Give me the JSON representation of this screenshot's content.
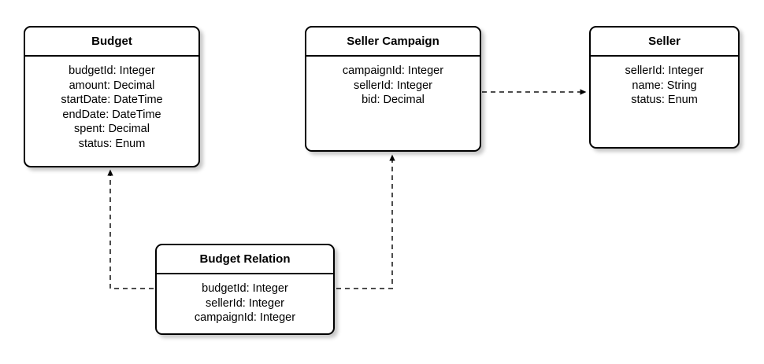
{
  "diagram": {
    "type": "entity-relationship-diagram",
    "background_color": "#ffffff",
    "line_color": "#4d4d4d",
    "border_color": "#000000",
    "entities": [
      {
        "id": "budget",
        "title": "Budget",
        "attributes": [
          "budgetId: Integer",
          "amount: Decimal",
          "startDate: DateTime",
          "endDate: DateTime",
          "spent: Decimal",
          "status: Enum"
        ]
      },
      {
        "id": "seller-campaign",
        "title": "Seller Campaign",
        "attributes": [
          "campaignId: Integer",
          "sellerId: Integer",
          "bid: Decimal"
        ]
      },
      {
        "id": "seller",
        "title": "Seller",
        "attributes": [
          "sellerId: Integer",
          "name: String",
          "status: Enum"
        ]
      },
      {
        "id": "budget-relation",
        "title": "Budget Relation",
        "attributes": [
          "budgetId: Integer",
          "sellerId: Integer",
          "campaignId: Integer"
        ]
      }
    ],
    "connectors": [
      {
        "id": "seller-campaign-to-seller",
        "from": "seller-campaign",
        "to": "seller",
        "style": "dashed",
        "arrow": "open-filled-triangle",
        "direction": "right"
      },
      {
        "id": "budget-relation-to-budget",
        "from": "budget-relation",
        "to": "budget",
        "style": "dashed",
        "arrow": "open-filled-triangle",
        "direction": "up"
      },
      {
        "id": "budget-relation-to-seller-campaign",
        "from": "budget-relation",
        "to": "seller-campaign",
        "style": "dashed",
        "arrow": "open-filled-triangle",
        "direction": "up"
      }
    ]
  }
}
